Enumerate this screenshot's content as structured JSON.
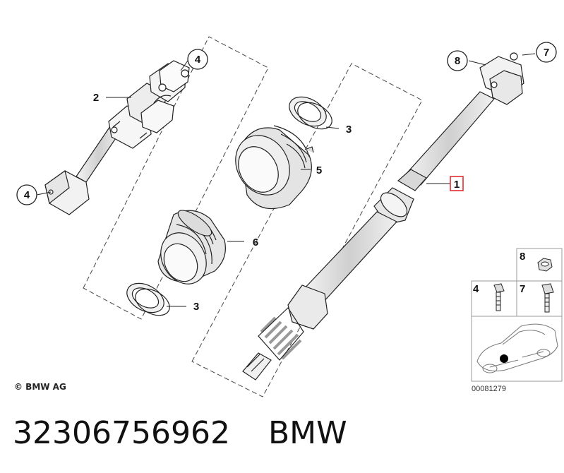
{
  "diagram": {
    "copyright": "© BMW AG",
    "drawing_number": "00081279",
    "callouts": {
      "c4_top": "4",
      "c2": "2",
      "c4_left": "4",
      "c3_top": "3",
      "c5": "5",
      "c6": "6",
      "c3_bottom": "3",
      "c8": "8",
      "c7": "7",
      "c1": "1"
    },
    "legend": {
      "item8": "8",
      "item4": "4",
      "item7": "7"
    },
    "colors": {
      "line": "#222222",
      "highlight": "#e02020"
    }
  },
  "caption": {
    "part_number": "32306756962",
    "brand": "BMW"
  }
}
